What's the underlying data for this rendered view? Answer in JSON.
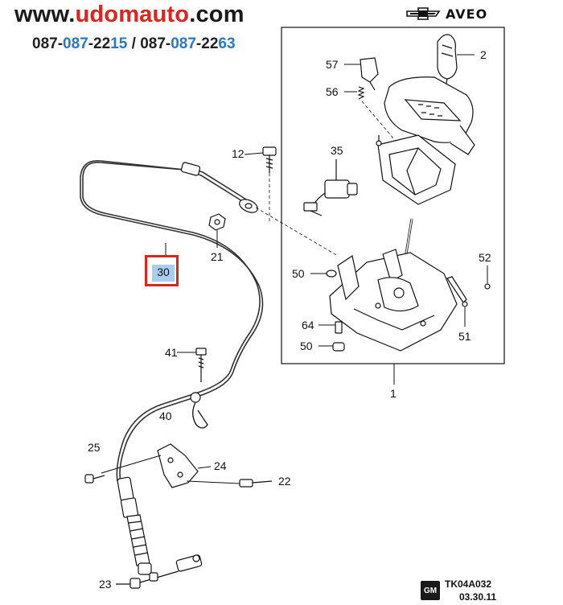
{
  "header": {
    "site_prefix": "www.",
    "site_brand": "udomauto",
    "site_suffix": ".com",
    "phone1_a": "087-",
    "phone1_b": "087",
    "phone1_c": "-22",
    "phone1_d": "15",
    "separator": " / ",
    "phone2_a": "087-",
    "phone2_b": "087",
    "phone2_c": "-22",
    "phone2_d": "63"
  },
  "brand": {
    "model": "AVEO",
    "logo_icon": "chevrolet-bowtie-icon"
  },
  "callouts": {
    "c1": "1",
    "c2": "2",
    "c12": "12",
    "c21": "21",
    "c22": "22",
    "c23": "23",
    "c24": "24",
    "c25": "25",
    "c30": "30",
    "c35": "35",
    "c40": "40",
    "c41": "41",
    "c50a": "50",
    "c50b": "50",
    "c51": "51",
    "c52": "52",
    "c56": "56",
    "c57": "57",
    "c64": "64"
  },
  "footer": {
    "reference": "TK04A032",
    "date": "03.30.11",
    "gm_logo": "GM"
  },
  "colors": {
    "highlight_box": "#d9261c",
    "highlight_fill": "#a8cdf0",
    "site_red": "#e0231c",
    "phone_blue": "#2a78c8"
  }
}
